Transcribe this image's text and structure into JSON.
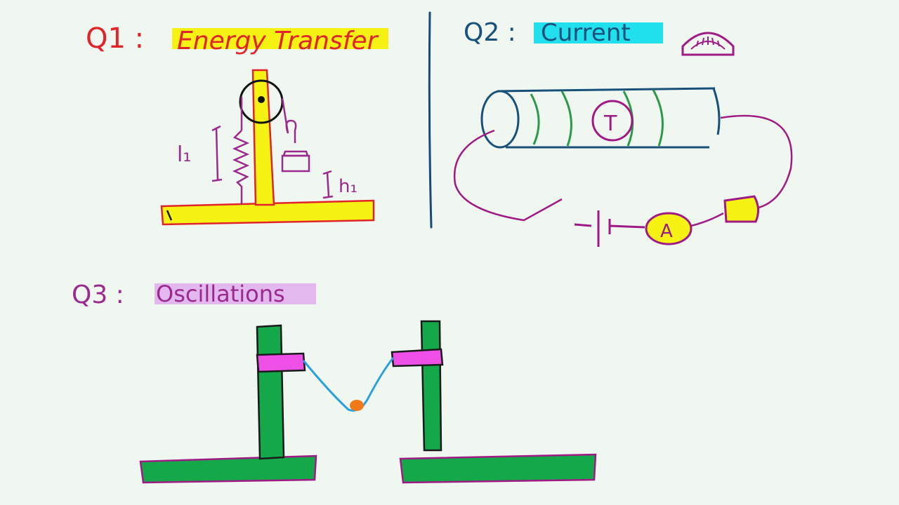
{
  "colors": {
    "background": "#f0f7f0",
    "q1_text": "#e0242a",
    "q2_text": "#17507a",
    "q3_text": "#9a2a8e",
    "yellow_highlight": "#f6f213",
    "cyan_highlight": "#1fe0ec",
    "violet_highlight": "#e2b8ee",
    "stand_green": "#14a84a",
    "clamp_magenta": "#ee4fe6",
    "string_blue": "#2aa0dc",
    "bob_orange": "#f07a1a",
    "coil_green": "#2a9a4a",
    "wire_purple": "#a01a86"
  },
  "q1": {
    "prefix": "Q1 :",
    "title": "Energy Transfer",
    "label_length": "l₁",
    "label_height": "h₁"
  },
  "q2": {
    "prefix": "Q2 :",
    "title": "Current",
    "ammeter_label": "A",
    "solenoid_label": "T",
    "icons": [
      "protractor-icon"
    ]
  },
  "q3": {
    "prefix": "Q3 :",
    "title": "Oscillations"
  }
}
